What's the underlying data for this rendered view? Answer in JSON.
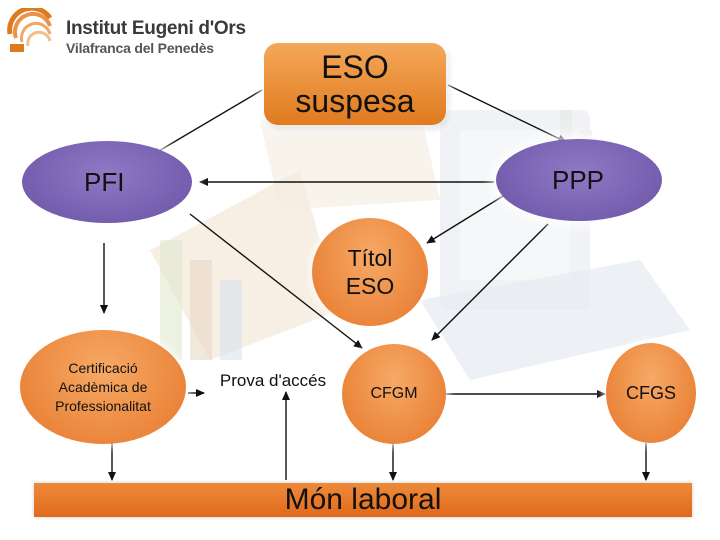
{
  "header": {
    "school_name": "Institut Eugeni d'Ors",
    "school_location": "Vilafranca del Penedès"
  },
  "nodes": {
    "eso_suspesa": "ESO\nsuspesa",
    "pfi": "PFI",
    "ppp": "PPP",
    "titol_eso": "Títol\nESO",
    "certificacio": "Certificació\nAcadèmica de\nProfessionalitat",
    "prova_acces": "Prova d'accés",
    "cfgm": "CFGM",
    "cfgs": "CFGS",
    "mon_laboral": "Món laboral"
  },
  "colors": {
    "orange": "#e07a1e",
    "purple": "#6b52a6",
    "arrow": "#111111"
  }
}
